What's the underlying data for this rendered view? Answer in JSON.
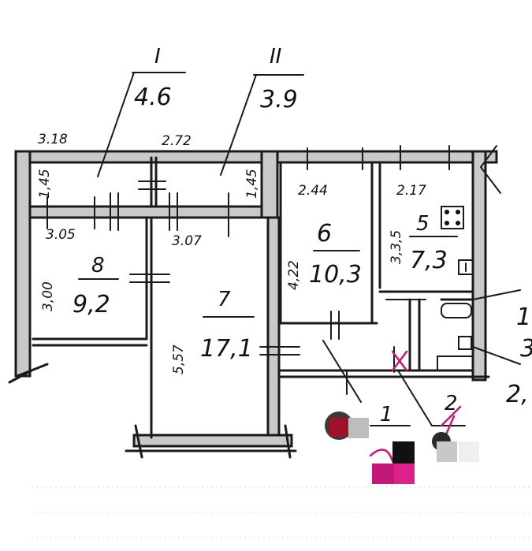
{
  "balconies": [
    {
      "label": "I",
      "area": "4.6"
    },
    {
      "label": "II",
      "area": "3.9"
    }
  ],
  "rooms": [
    {
      "number": "8",
      "area": "9,2"
    },
    {
      "number": "7",
      "area": "17,1"
    },
    {
      "number": "6",
      "area": "10,3"
    },
    {
      "number": "5",
      "area": "7,3"
    },
    {
      "number": "1",
      "area": ""
    },
    {
      "number": "2",
      "area": ""
    }
  ],
  "edge_labels": [
    "1",
    "3",
    "2,"
  ],
  "dimensions": {
    "top_left": "3.18",
    "top_mid": "2.72",
    "left_balcony_depth": "1,45",
    "right_balcony_depth": "1,45",
    "room8_width": "3.05",
    "room7_width": "3.07",
    "room8_height": "3,00",
    "room7_height": "5,57",
    "room6_width": "2.44",
    "room6_height": "4,22",
    "room5_width": "2.17",
    "room5_height": "3,3,5"
  },
  "colors": {
    "wall_fill": "#c9c9c9",
    "ink": "#1a1a1a",
    "marker": "#c2187a"
  }
}
